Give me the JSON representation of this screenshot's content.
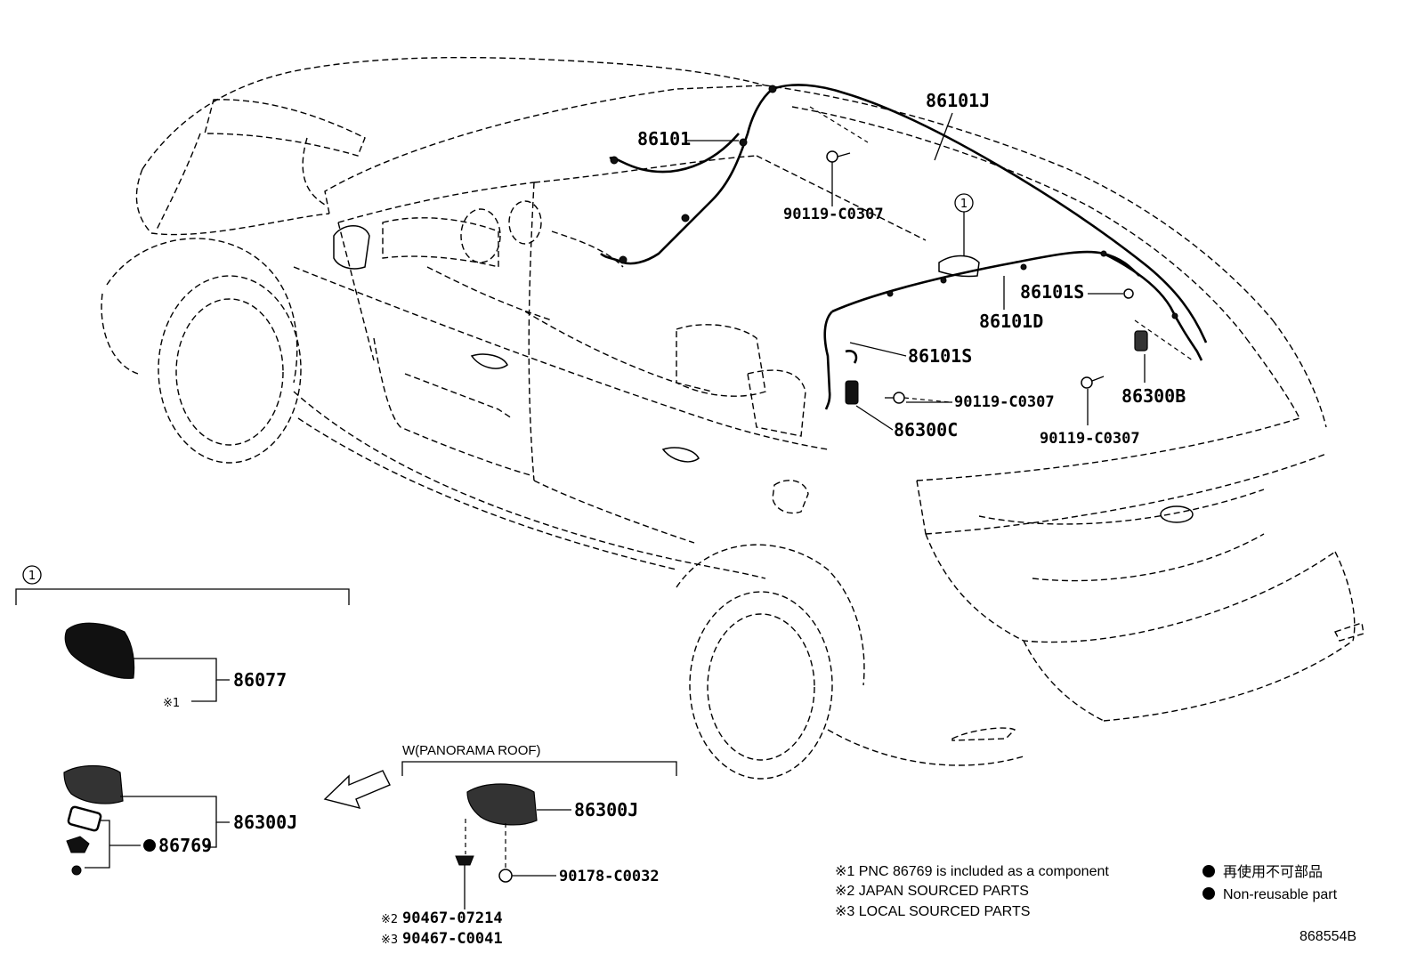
{
  "callouts": {
    "p86101J": "86101J",
    "p86101": "86101",
    "p90119_top": "90119-C0307",
    "p86101S_right": "86101S",
    "p86101D": "86101D",
    "p86101S_mid": "86101S",
    "p90119_mid": "90119-C0307",
    "p86300B": "86300B",
    "p86300C": "86300C",
    "p90119_low": "90119-C0307"
  },
  "circle_ref": "1",
  "detail_group": {
    "ref": "1",
    "antenna_part": "86077",
    "note_mark": "※1",
    "module_part": "86300J",
    "gasket_part": "86769"
  },
  "panorama_group": {
    "title": "W(PANORAMA ROOF)",
    "module_part": "86300J",
    "nut_part": "90178-C0032",
    "bolt_jp_mark": "※2",
    "bolt_jp_part": "90467-07214",
    "bolt_local_mark": "※3",
    "bolt_local_part": "90467-C0041"
  },
  "notes": [
    "※1 PNC 86769 is included as a component",
    "※2 JAPAN SOURCED PARTS",
    "※3 LOCAL SOURCED PARTS"
  ],
  "legend": {
    "jp": "再使用不可部品",
    "en": "Non-reusable part"
  },
  "diagram_id": "868554B"
}
